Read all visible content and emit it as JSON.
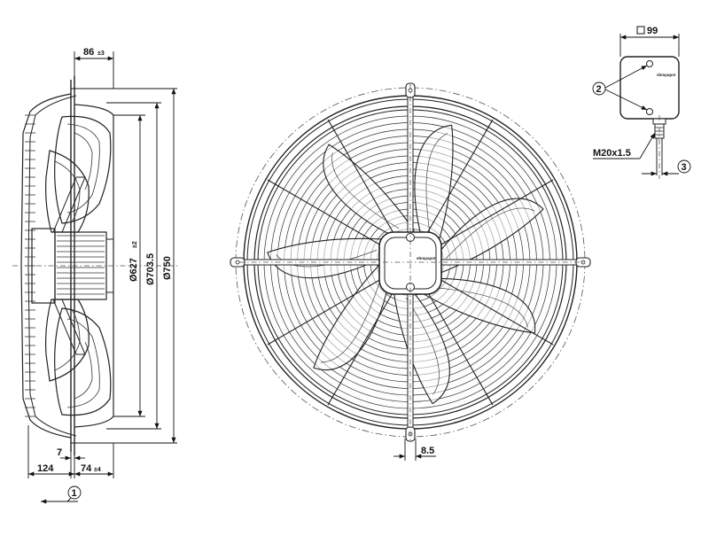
{
  "side_view": {
    "dim_depth": "86",
    "dim_depth_tol": "±3",
    "dim_d627": "Ø627",
    "dim_d627_tol": "±2",
    "dim_d703": "Ø703.5",
    "dim_d750": "Ø750",
    "dim_7": "7",
    "dim_124": "124",
    "dim_74": "74",
    "dim_74_tol": "±4",
    "airflow_callout": "1"
  },
  "front_view": {
    "dim_8_5": "8.5",
    "hub_logo": "ebmpapst"
  },
  "terminal_box": {
    "dim_box": "99",
    "callout_2": "2",
    "callout_3": "3",
    "gland_label": "M20x1.5",
    "box_logo": "ebmpapst"
  }
}
